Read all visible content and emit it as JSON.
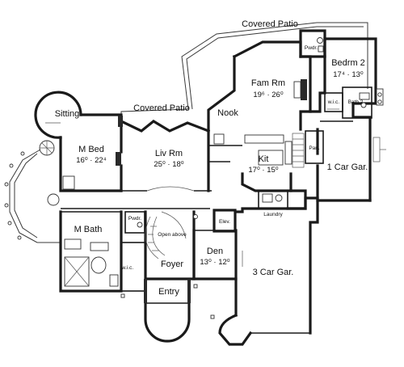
{
  "rooms": {
    "covered_patio_top": {
      "name": "Covered Patio"
    },
    "covered_patio_mid": {
      "name": "Covered Patio"
    },
    "powder_top": {
      "name": "Pwdr."
    },
    "bedroom_2": {
      "name": "Bedrm 2",
      "dims": "17⁴ · 13⁰"
    },
    "bath_2": {
      "name": "Bath 2"
    },
    "wic_bedroom_2": {
      "name": "w.i.c."
    },
    "family_room": {
      "name": "Fam Rm",
      "dims": "19⁶ · 26⁰"
    },
    "nook": {
      "name": "Nook"
    },
    "sitting": {
      "name": "Sitting"
    },
    "master_bed": {
      "name": "M Bed",
      "dims": "16⁰ · 22⁴"
    },
    "living_room": {
      "name": "Liv Rm",
      "dims": "25⁰ · 18⁰"
    },
    "kitchen": {
      "name": "Kit",
      "dims": "17⁰ · 15⁰"
    },
    "pantry": {
      "name": "Pan."
    },
    "one_car_garage": {
      "name": "1 Car Gar."
    },
    "laundry": {
      "name": "Laundry"
    },
    "elevator": {
      "name": "Elev."
    },
    "master_bath": {
      "name": "M Bath"
    },
    "powder_foyer": {
      "name": "Pwdr."
    },
    "open_above": {
      "name": "Open above"
    },
    "foyer": {
      "name": "Foyer"
    },
    "den": {
      "name": "Den",
      "dims": "13⁰ · 12⁰"
    },
    "wic_master": {
      "name": "w.i.c."
    },
    "three_car_garage": {
      "name": "3 Car Gar."
    },
    "entry": {
      "name": "Entry"
    }
  }
}
